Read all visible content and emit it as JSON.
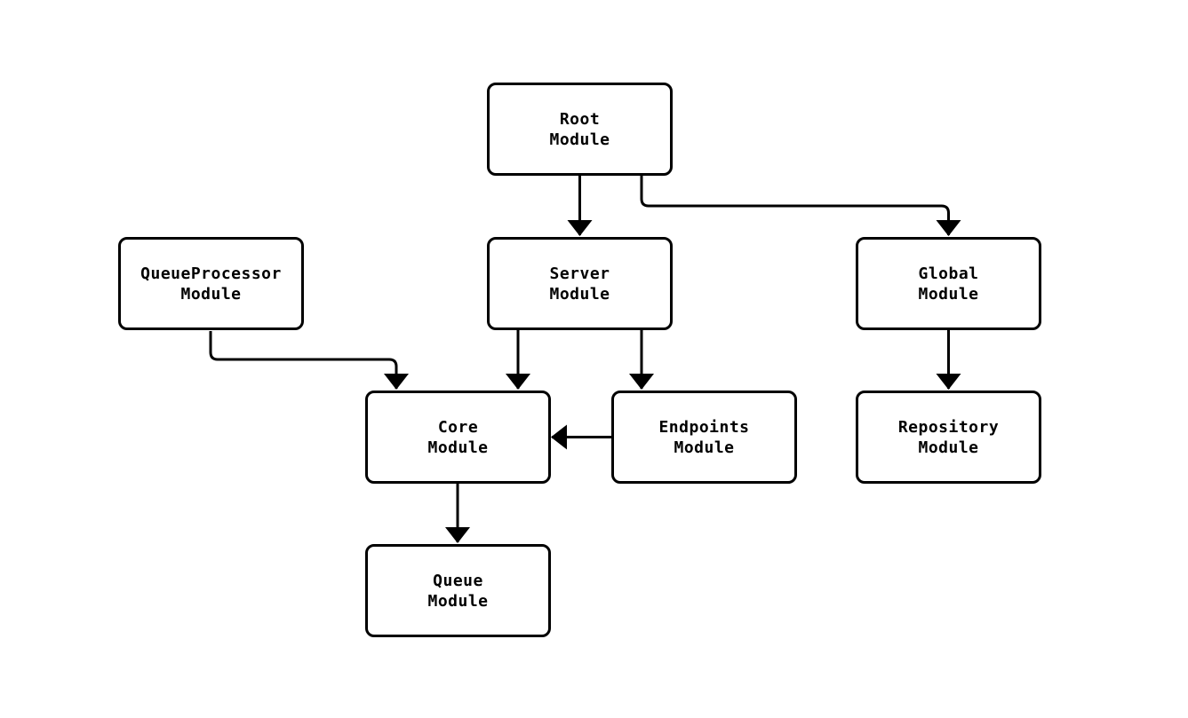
{
  "diagram": {
    "type": "module-dependency-graph",
    "background_color": "#ffffff",
    "stroke_color": "#000000",
    "nodes": {
      "root": {
        "line1": "Root",
        "line2": "Module"
      },
      "queueprocessor": {
        "line1": "QueueProcessor",
        "line2": "Module"
      },
      "server": {
        "line1": "Server",
        "line2": "Module"
      },
      "global": {
        "line1": "Global",
        "line2": "Module"
      },
      "core": {
        "line1": "Core",
        "line2": "Module"
      },
      "endpoints": {
        "line1": "Endpoints",
        "line2": "Module"
      },
      "repository": {
        "line1": "Repository",
        "line2": "Module"
      },
      "queue": {
        "line1": "Queue",
        "line2": "Module"
      }
    },
    "edges": [
      {
        "from": "Root Module",
        "to": "Server Module"
      },
      {
        "from": "Root Module",
        "to": "Global Module"
      },
      {
        "from": "QueueProcessor Module",
        "to": "Core Module"
      },
      {
        "from": "Server Module",
        "to": "Core Module"
      },
      {
        "from": "Server Module",
        "to": "Endpoints Module"
      },
      {
        "from": "Global Module",
        "to": "Repository Module"
      },
      {
        "from": "Endpoints Module",
        "to": "Core Module"
      },
      {
        "from": "Core Module",
        "to": "Queue Module"
      }
    ]
  }
}
